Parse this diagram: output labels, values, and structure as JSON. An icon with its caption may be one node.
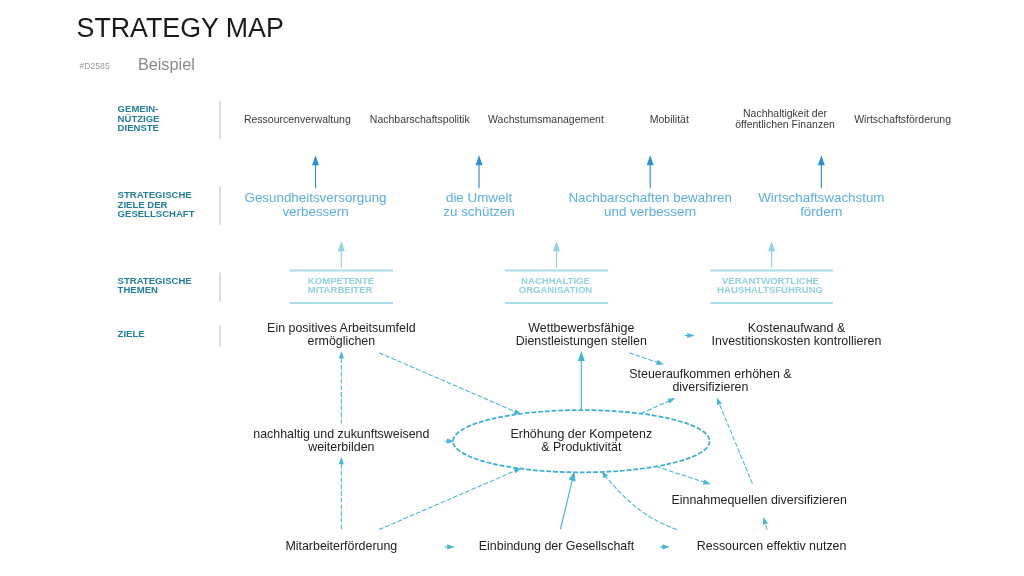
{
  "diagram": {
    "title": "STRATEGY MAP",
    "nodes": [
      {
        "text": [
          "Ressourcenverwaltung"
        ]
      },
      {
        "text": [
          "Nachbarschaftspolitik"
        ]
      },
      {
        "text": [
          "Wachstumsmanagement"
        ]
      },
      {
        "text": [
          "Mobilität"
        ]
      },
      {
        "text": [
          "Nachhaltigkeit der öffentlichen Finanzen"
        ]
      },
      {
        "text": [
          "Wirtschaftsförderung"
        ]
      },
      {
        "text": [
          "Gesundheitsversorgung verbessern"
        ]
      },
      {
        "text": [
          "die Umwelt zu schützen"
        ]
      },
      {
        "text": [
          "Nachbarschaften bewahren und verbessern"
        ]
      },
      {
        "text": [
          "Wirtschaftswachstum fördern"
        ]
      },
      {
        "text": [
          "KOMPETENTE MITARBEITER"
        ]
      },
      {
        "text": [
          "NACHHALTIGE ORGANISATION"
        ]
      },
      {
        "text": [
          "VERANTWORTLICHE HAUSHALTSFÜHRUNG"
        ]
      },
      {
        "text": [
          "Ein positives Arbeitsumfeld ermöglichen"
        ]
      },
      {
        "text": [
          "Wettbewerbsfähige Dienstleistungen stellen"
        ]
      },
      {
        "text": [
          "Kostenaufwand & Investitionskosten kontrollieren"
        ]
      },
      {
        "text": [
          "Steueraufkommen erhöhen & diversifizieren"
        ]
      },
      {
        "text": [
          "nachhaltig und zukunftsweisend weiterbilden"
        ]
      },
      {
        "text": [
          "Erhöhung der Kompetenz & Produktivität"
        ]
      },
      {
        "text": [
          "Einnahmequellen diversifizieren"
        ]
      },
      {
        "text": [
          "Mitarbeiterförderung"
        ]
      },
      {
        "text": [
          "Einbindung der Gesellschaft"
        ]
      },
      {
        "text": [
          "Ressourcen effektiv nutzen"
        ]
      }
    ],
    "edges": [
      {
        "from": 6,
        "to": null,
        "arrow": "to",
        "color": "#2d8fd5"
      },
      {
        "from": 7,
        "to": null,
        "arrow": "to",
        "color": "#2d8fd5"
      },
      {
        "from": 8,
        "to": null,
        "arrow": "to",
        "color": "#2d8fd5"
      },
      {
        "from": 9,
        "to": null,
        "arrow": "to",
        "color": "#2d8fd5"
      },
      {
        "from": 10,
        "to": null,
        "arrow": "to",
        "color": "#8fd3e0"
      },
      {
        "from": 11,
        "to": null,
        "arrow": "to",
        "color": "#8fd3e0"
      },
      {
        "from": 12,
        "to": null,
        "arrow": "to",
        "color": "#8fd3e0"
      },
      {
        "from": 17,
        "to": 13,
        "arrow": "to",
        "style": "dashed"
      },
      {
        "from": 20,
        "to": 17,
        "arrow": "to",
        "style": "dashed"
      },
      {
        "from": 13,
        "to": 18,
        "arrow": "to",
        "style": "dashed"
      },
      {
        "from": 17,
        "to": 18,
        "arrow": "to",
        "style": "dashed"
      },
      {
        "from": 20,
        "to": 18,
        "arrow": "to",
        "style": "dashed"
      },
      {
        "from": 20,
        "to": 21,
        "arrow": "to",
        "style": "dashed"
      },
      {
        "from": 18,
        "to": 14,
        "arrow": "to"
      },
      {
        "from": 21,
        "to": 18,
        "arrow": "to"
      },
      {
        "from": 14,
        "to": 15,
        "arrow": "to",
        "style": "dashed"
      },
      {
        "from": 14,
        "to": 16,
        "arrow": "to",
        "style": "dashed"
      },
      {
        "from": 18,
        "to": 16,
        "arrow": "to",
        "style": "dashed"
      },
      {
        "from": 18,
        "to": 19,
        "arrow": "to",
        "style": "dashed"
      },
      {
        "from": 22,
        "to": 18,
        "arrow": "to",
        "style": "dashed"
      },
      {
        "from": 21,
        "to": 22,
        "arrow": "to",
        "style": "dashed"
      },
      {
        "from": 19,
        "to": 16,
        "arrow": "to",
        "style": "dashed"
      },
      {
        "from": 22,
        "to": 19,
        "arrow": "to",
        "style": "dashed"
      }
    ],
    "labels": [
      "#D2585",
      "Beispiel",
      "GEMEIN- NÜTZIGE DIENSTE",
      "STRATEGISCHE ZIELE DER GESELLSCHAFT",
      "STRATEGISCHE THEMEN",
      "ZIELE"
    ]
  }
}
